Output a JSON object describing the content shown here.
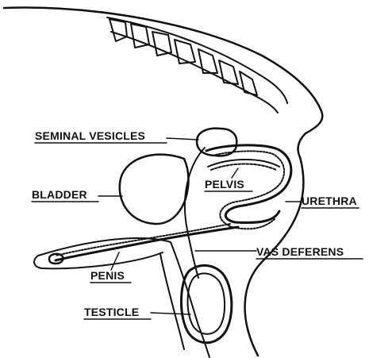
{
  "diagram": {
    "labels": {
      "seminal_vesicles": "SEMINAL VESICLES",
      "bladder": "BLADDER",
      "pelvis": "PELVIS",
      "urethra": "URETHRA",
      "vas_deferens": "VAS DEFERENS",
      "penis": "PENIS",
      "testicle": "TESTICLE"
    },
    "colors": {
      "ink": "#111111",
      "background": "#ffffff"
    }
  }
}
